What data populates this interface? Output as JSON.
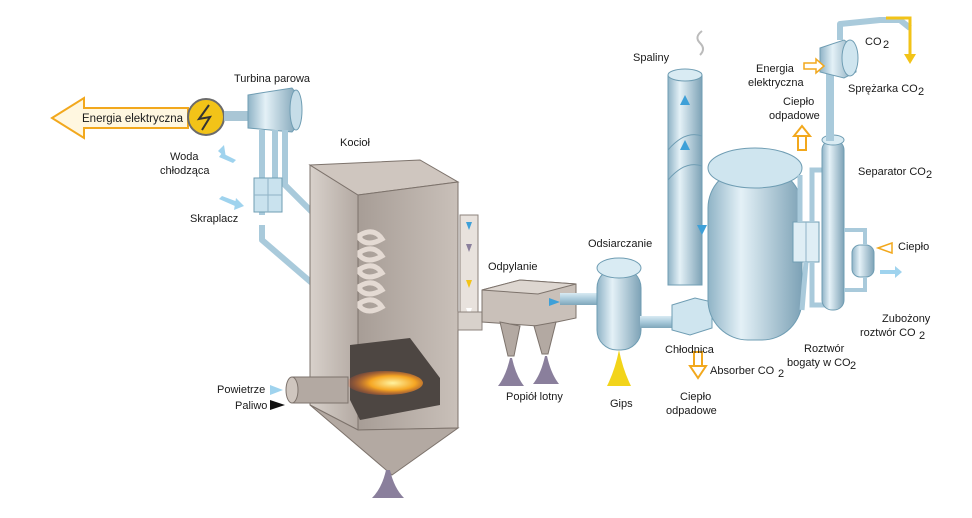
{
  "labels": {
    "energia_left": "Energia elektryczna",
    "turbina": "Turbina parowa",
    "woda_1": "Woda",
    "woda_2": "chłodząca",
    "skraplacz": "Skraplacz",
    "kociol": "Kocioł",
    "powietrze": "Powietrze",
    "paliwo": "Paliwo",
    "odpylanie": "Odpylanie",
    "popiol": "Popiół lotny",
    "odsiarczanie": "Odsiarczanie",
    "gips": "Gips",
    "chlodnica": "Chłodnica",
    "cieplo_odp_low_1": "Ciepło",
    "cieplo_odp_low_2": "odpadowe",
    "spaliny": "Spaliny",
    "absorber": "Absorber CO",
    "roztwor_1": "Roztwór",
    "roztwor_2": "bogaty w CO",
    "energia_right_1": "Energia",
    "energia_right_2": "elektryczna",
    "co2_top": "CO",
    "sprezarka": "Sprężarka CO",
    "cieplo_odp_top_1": "Ciepło",
    "cieplo_odp_top_2": "odpadowe",
    "separator": "Separator CO",
    "cieplo": "Ciepło",
    "zubozony_1": "Zubożony",
    "zubozony_2": "roztwór CO",
    "sub2": "2"
  },
  "colors": {
    "pipe": "#9fc3d4",
    "pipe_dark": "#6f9db3",
    "boiler": "#b9aea6",
    "boiler_dark": "#8d837c",
    "energy_arrow": "#f2a81d",
    "flame": "#f5a623",
    "ash": "#8a7f9c",
    "water_arrow": "#5fb6e0"
  }
}
